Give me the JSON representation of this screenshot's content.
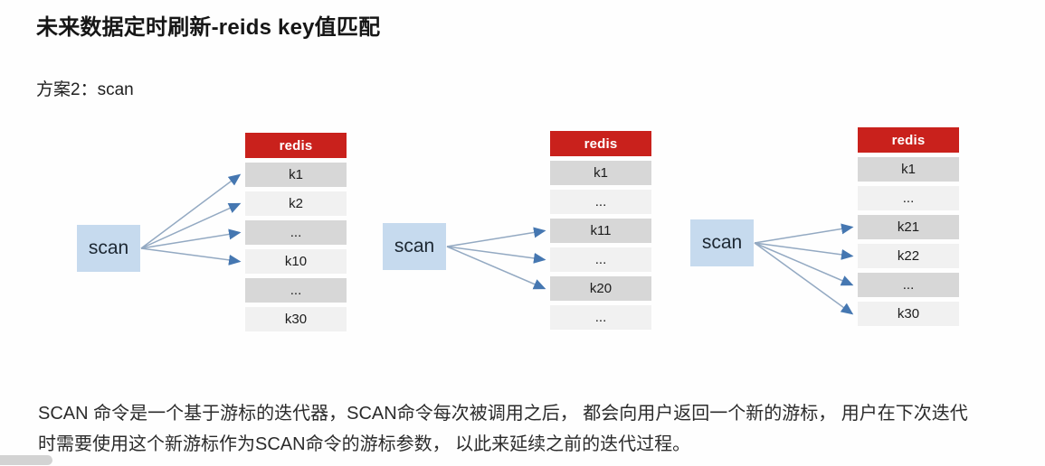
{
  "page": {
    "title": "未来数据定时刷新-reids key值匹配",
    "subtitle": "方案2：scan",
    "description_line1": "SCAN 命令是一个基于游标的迭代器，SCAN命令每次被调用之后， 都会向用户返回一个新的游标， 用户在下次迭代",
    "description_line2": "时需要使用这个新游标作为SCAN命令的游标参数， 以此来延续之前的迭代过程。"
  },
  "colors": {
    "table_header_red": "#c9211c",
    "row_shaded_gray": "#d7d7d7",
    "row_light_gray": "#f1f1f1",
    "scan_box_blue": "#c6daee",
    "arrow_line": "#93a9c2",
    "arrow_head": "#4577b1"
  },
  "diagrams": [
    {
      "scan_label": "scan",
      "table_header": "redis",
      "rows": [
        "k1",
        "k2",
        "...",
        "k10",
        "...",
        "k30"
      ],
      "arrow_targets": [
        0,
        1,
        2,
        3
      ]
    },
    {
      "scan_label": "scan",
      "table_header": "redis",
      "rows": [
        "k1",
        "...",
        "k11",
        "...",
        "k20",
        "..."
      ],
      "arrow_targets": [
        2,
        3,
        4
      ]
    },
    {
      "scan_label": "scan",
      "table_header": "redis",
      "rows": [
        "k1",
        "...",
        "k21",
        "k22",
        "...",
        "k30"
      ],
      "arrow_targets": [
        2,
        3,
        4,
        5
      ]
    }
  ]
}
